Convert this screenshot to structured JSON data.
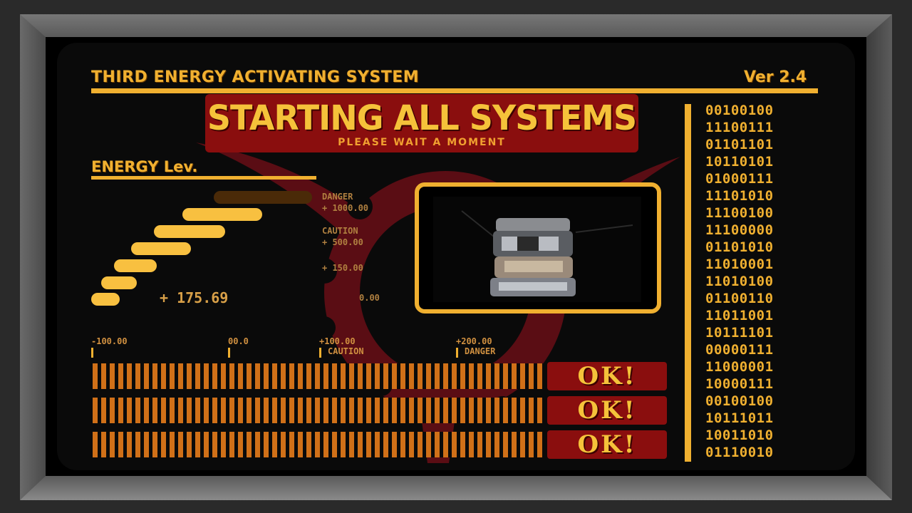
{
  "header": {
    "title": "THIRD ENERGY ACTIVATING SYSTEM",
    "version": "Ver 2.4"
  },
  "banner": {
    "main": "STARTING ALL SYSTEMS",
    "sub": "PLEASE WAIT A MOMENT"
  },
  "energy": {
    "label": "ENERGY Lev.",
    "value": "+ 175.69",
    "levels": [
      {
        "name": "DANGER",
        "amount": "+ 1000.00"
      },
      {
        "name": "CAUTION",
        "amount": "+ 500.00"
      },
      {
        "name": "",
        "amount": "+ 150.00"
      },
      {
        "name": "",
        "amount": "0.00"
      }
    ]
  },
  "scale": [
    {
      "value": "-100.00",
      "note": ""
    },
    {
      "value": "00.0",
      "note": ""
    },
    {
      "value": "+100.00",
      "note": "CAUTION"
    },
    {
      "value": "+200.00",
      "note": "DANGER"
    }
  ],
  "status": [
    {
      "label": "OK!"
    },
    {
      "label": "OK!"
    },
    {
      "label": "OK!"
    }
  ],
  "binary": [
    "00100100",
    "11100111",
    "01101101",
    "10110101",
    "01000111",
    "11101010",
    "11100100",
    "11100000",
    "01101010",
    "11010001",
    "11010100",
    "01100110",
    "11011001",
    "10111101",
    "00000111",
    "11000001",
    "10000111",
    "00100100",
    "10111011",
    "10011010",
    "01110010"
  ],
  "colors": {
    "accent": "#f0b030",
    "banner_red": "#8a0e0e",
    "gauge_orange": "#d07018"
  }
}
